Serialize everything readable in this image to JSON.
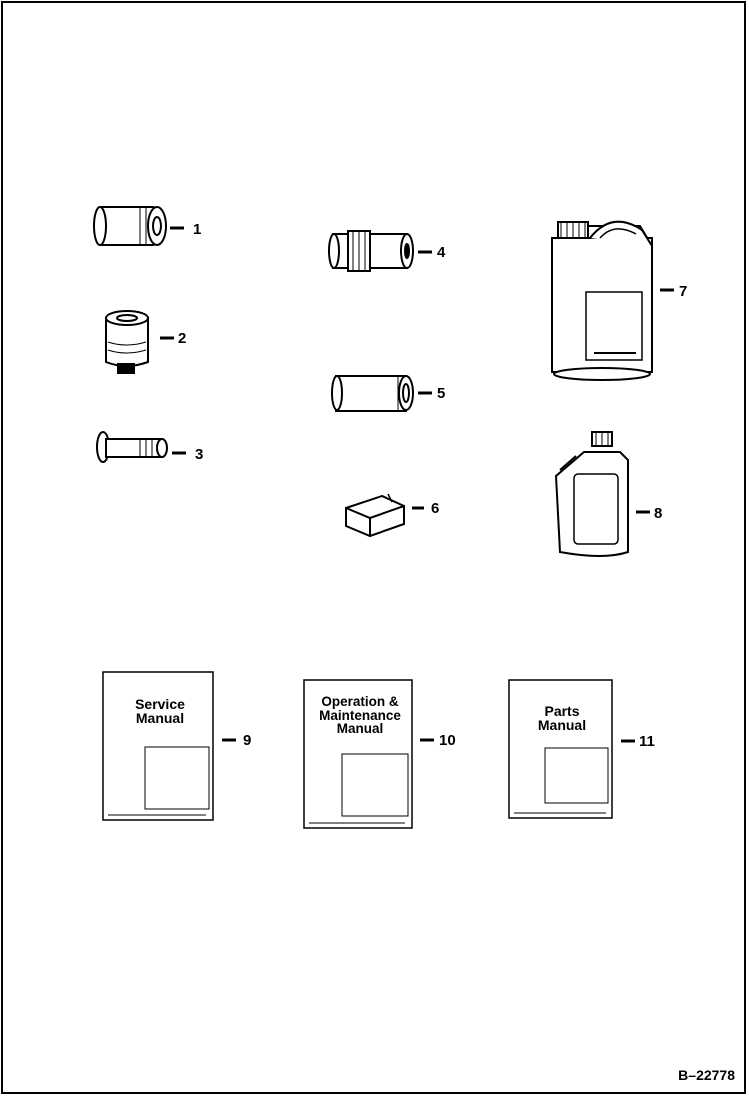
{
  "figure_id": "B–22778",
  "callouts": [
    "1",
    "2",
    "3",
    "4",
    "5",
    "6",
    "7",
    "8",
    "9",
    "10",
    "11"
  ],
  "manuals": {
    "service": [
      "Service",
      "Manual"
    ],
    "operation": [
      "Operation &",
      "Maintenance",
      "Manual"
    ],
    "parts": [
      "Parts",
      "Manual"
    ]
  }
}
